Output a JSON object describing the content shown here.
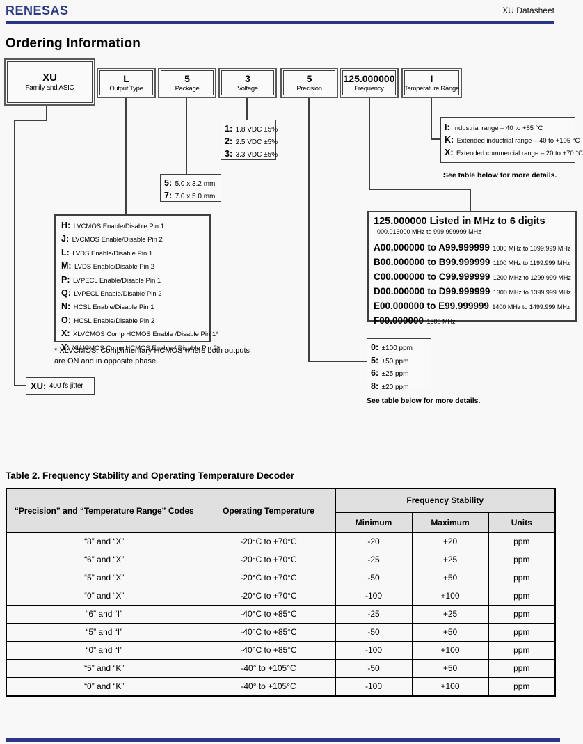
{
  "header": {
    "logo": "RENESAS",
    "doc_title": "XU Datasheet"
  },
  "page_title": "Ordering Information",
  "colors": {
    "brand_blue": "#2a3586",
    "table_header_bg": "#e0e0e0"
  },
  "diagram": {
    "fields": [
      {
        "code": "XU",
        "label": "Family and ASIC"
      },
      {
        "code": "L",
        "label": "Output Type"
      },
      {
        "code": "5",
        "label": "Package"
      },
      {
        "code": "3",
        "label": "Voltage"
      },
      {
        "code": "5",
        "label": "Precision"
      },
      {
        "code": "125.000000",
        "label": "Frequency"
      },
      {
        "code": "I",
        "label": "Temperature Range"
      }
    ],
    "voltage_options": [
      {
        "key": "1:",
        "text": "1.8 VDC ±5%"
      },
      {
        "key": "2:",
        "text": "2.5 VDC ±5%"
      },
      {
        "key": "3:",
        "text": "3.3 VDC ±5%"
      }
    ],
    "package_options": [
      {
        "key": "5:",
        "text": "5.0 x 3.2 mm"
      },
      {
        "key": "7:",
        "text": "7.0 x 5.0 mm"
      }
    ],
    "temperature_options": [
      {
        "key": "I:",
        "text": "Industrial range – 40 to +85 °C"
      },
      {
        "key": "K:",
        "text": "Extended industrial range – 40 to +105 °C"
      },
      {
        "key": "X:",
        "text": "Extended commercial range – 20 to +70 °C"
      }
    ],
    "temperature_note": "See table below for more details.",
    "output_type_options": [
      {
        "key": "H:",
        "text": "LVCMOS Enable/Disable Pin 1"
      },
      {
        "key": "J:",
        "text": "LVCMOS Enable/Disable Pin 2"
      },
      {
        "key": "L:",
        "text": "LVDS Enable/Disable Pin 1"
      },
      {
        "key": "M:",
        "text": "LVDS Enable/Disable Pin 2"
      },
      {
        "key": "P:",
        "text": "LVPECL Enable/Disable Pin 1"
      },
      {
        "key": "Q:",
        "text": "LVPECL Enable/Disable Pin 2"
      },
      {
        "key": "N:",
        "text": "HCSL Enable/Disable Pin 1"
      },
      {
        "key": "O:",
        "text": "HCSL Enable/Disable Pin 2"
      },
      {
        "key": "X:",
        "text": "XLVCMOS Comp HCMOS Enable /Disable Pin 1*"
      },
      {
        "key": "Y:",
        "text": "XLVCMOS Comp HCMOS Enable / Disable Pin 2*"
      }
    ],
    "output_type_footnote_line1": "* XLVCMOS: Complimentary HCMOS where both outputs",
    "output_type_footnote_line2": "are ON and in opposite phase.",
    "frequency": {
      "title": "125.000000 Listed in MHz to 6 digits",
      "subtitle": "000.016000 MHz to 999.999999 MHz",
      "ranges": [
        {
          "code": "A00.000000 to A99.999999",
          "range": "1000 MHz to 1099.999 MHz"
        },
        {
          "code": "B00.000000 to B99.999999",
          "range": "1100 MHz to 1199.999 MHz"
        },
        {
          "code": "C00.000000 to C99.999999",
          "range": "1200 MHz to 1299.999 MHz"
        },
        {
          "code": "D00.000000 to D99.999999",
          "range": "1300 MHz to 1399.999 MHz"
        },
        {
          "code": "E00.000000 to E99.999999",
          "range": "1400 MHz to 1499.999 MHz"
        },
        {
          "code": "F00.000000",
          "range": "1500 MHz"
        }
      ]
    },
    "precision_options": [
      {
        "key": "0:",
        "text": "±100 ppm"
      },
      {
        "key": "5:",
        "text": "±50 ppm"
      },
      {
        "key": "6:",
        "text": "±25 ppm"
      },
      {
        "key": "8:",
        "text": "±20 ppm"
      }
    ],
    "precision_note": "See table below for more details.",
    "family_note": {
      "key": "XU:",
      "text": "400 fs jitter"
    }
  },
  "table2": {
    "title": "Table 2.  Frequency Stability and Operating Temperature Decoder",
    "headers": {
      "codes": "“Precision” and “Temperature Range” Codes",
      "operating_temperature": "Operating Temperature",
      "frequency_stability": "Frequency Stability",
      "minimum": "Minimum",
      "maximum": "Maximum",
      "units": "Units"
    },
    "rows": [
      {
        "codes": "“8” and “X”",
        "temp": "-20°C to +70°C",
        "min": "-20",
        "max": "+20",
        "units": "ppm"
      },
      {
        "codes": "“6” and “X”",
        "temp": "-20°C to +70°C",
        "min": "-25",
        "max": "+25",
        "units": "ppm"
      },
      {
        "codes": "“5” and “X”",
        "temp": "-20°C to +70°C",
        "min": "-50",
        "max": "+50",
        "units": "ppm"
      },
      {
        "codes": "“0” and “X”",
        "temp": "-20°C to +70°C",
        "min": "-100",
        "max": "+100",
        "units": "ppm"
      },
      {
        "codes": "“6” and “I”",
        "temp": "-40°C to +85°C",
        "min": "-25",
        "max": "+25",
        "units": "ppm"
      },
      {
        "codes": "“5” and “I”",
        "temp": "-40°C to +85°C",
        "min": "-50",
        "max": "+50",
        "units": "ppm"
      },
      {
        "codes": "“0” and “I”",
        "temp": "-40°C to +85°C",
        "min": "-100",
        "max": "+100",
        "units": "ppm"
      },
      {
        "codes": "“5” and “K”",
        "temp": "-40° to +105°C",
        "min": "-50",
        "max": "+50",
        "units": "ppm"
      },
      {
        "codes": "“0” and “K”",
        "temp": "-40° to +105°C",
        "min": "-100",
        "max": "+100",
        "units": "ppm"
      }
    ]
  }
}
